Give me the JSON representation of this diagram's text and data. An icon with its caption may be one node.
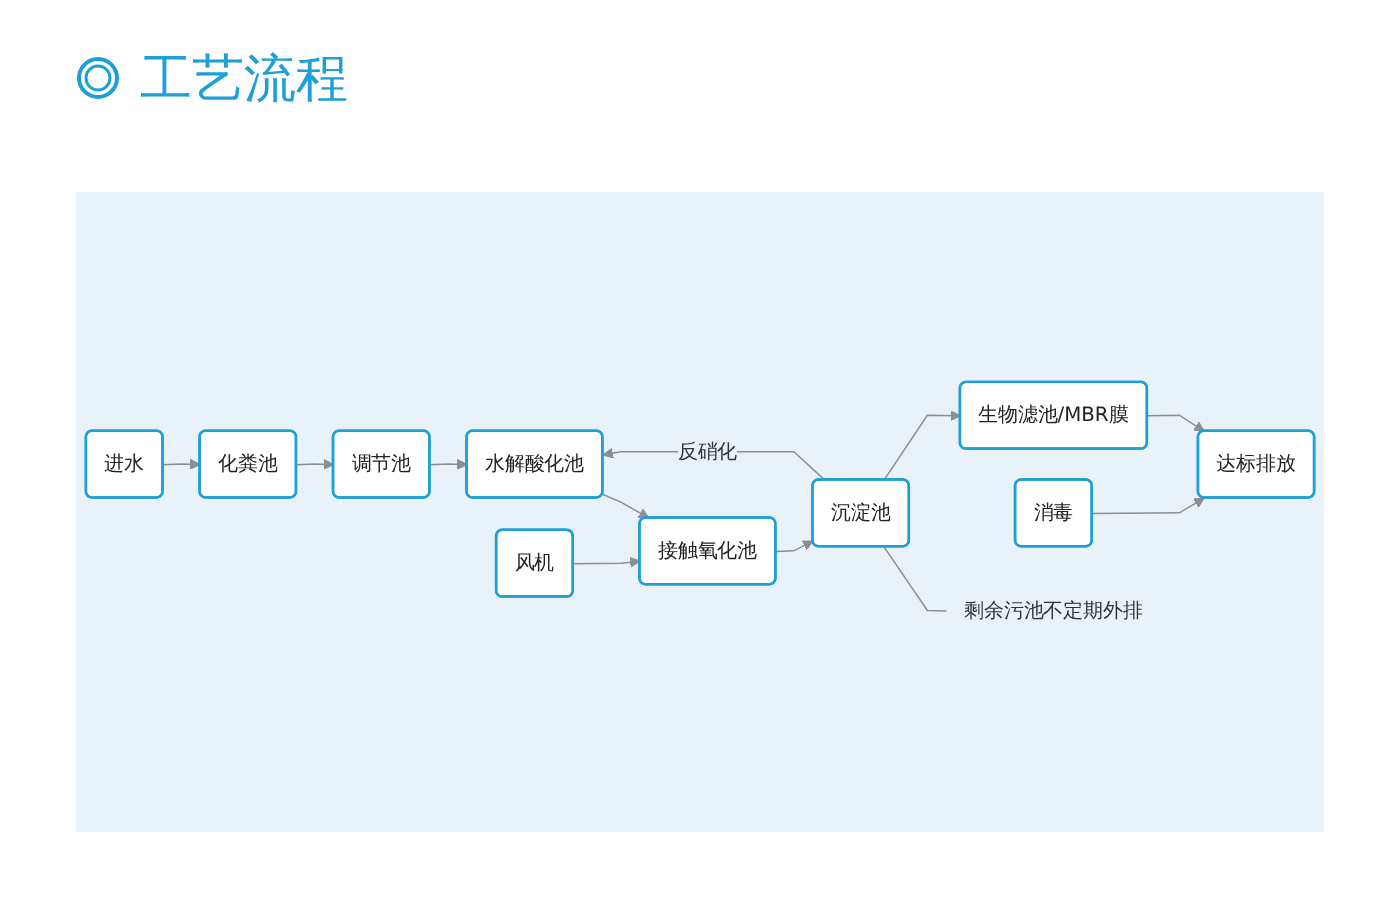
{
  "diagram": {
    "title": "工艺流程",
    "nodes": [
      {
        "text": [
          "进水"
        ]
      },
      {
        "text": [
          "化粪池"
        ]
      },
      {
        "text": [
          "调节池"
        ]
      },
      {
        "text": [
          "水解酸化池"
        ]
      },
      {
        "text": [
          "风机"
        ]
      },
      {
        "text": [
          "接触氧化池"
        ]
      },
      {
        "text": [
          "沉淀池"
        ]
      },
      {
        "text": [
          "生物滤池/MBR膜"
        ]
      },
      {
        "text": [
          "消毒"
        ]
      },
      {
        "text": [
          "达标排放"
        ]
      },
      {
        "text": [
          "剩余污池不定期外排"
        ]
      }
    ],
    "edges": [
      {
        "from": 0,
        "to": 1,
        "arrow": "to"
      },
      {
        "from": 1,
        "to": 2,
        "arrow": "to"
      },
      {
        "from": 2,
        "to": 3,
        "arrow": "to"
      },
      {
        "from": 3,
        "to": 5,
        "arrow": "to"
      },
      {
        "from": 4,
        "to": 5,
        "arrow": "to"
      },
      {
        "from": 5,
        "to": 6,
        "arrow": "to"
      },
      {
        "from": 6,
        "to": 3,
        "arrow": "to",
        "label": "反硝化"
      },
      {
        "from": 6,
        "to": 10,
        "arrow": "none"
      },
      {
        "from": 6,
        "to": 7,
        "arrow": "to"
      },
      {
        "from": 7,
        "to": 9,
        "arrow": "to"
      },
      {
        "from": 8,
        "to": 9,
        "arrow": "to"
      }
    ]
  }
}
